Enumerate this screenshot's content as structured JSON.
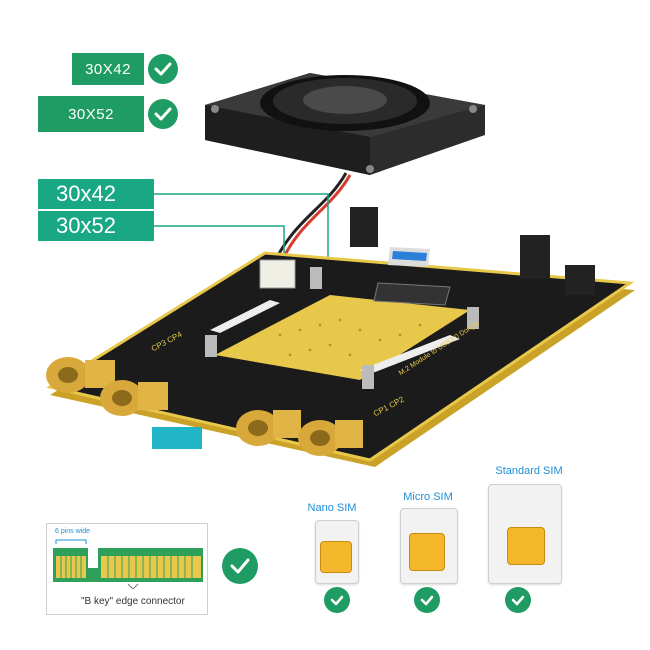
{
  "module_tags": [
    {
      "label": "30X42"
    },
    {
      "label": "30X52"
    }
  ],
  "fan_tags": [
    {
      "label": "30x42"
    },
    {
      "label": "30x52"
    }
  ],
  "board": {
    "silk_title": "M.2 Module to USB3.0 Dongle",
    "cp_left": "CP3 CP4",
    "cp_right": "CP1 CP2"
  },
  "edge_connector": {
    "pins_note": "6 pins wide",
    "caption": "\"B key\" edge connector"
  },
  "sim_cards": [
    {
      "label": "Nano SIM"
    },
    {
      "label": "Micro SIM"
    },
    {
      "label": "Standard SIM"
    }
  ],
  "colors": {
    "tag_green": "#1f9c63",
    "label_teal": "#1aa884",
    "sim_blue": "#1e8fd8",
    "pcb_gold": "#e8c84a"
  }
}
